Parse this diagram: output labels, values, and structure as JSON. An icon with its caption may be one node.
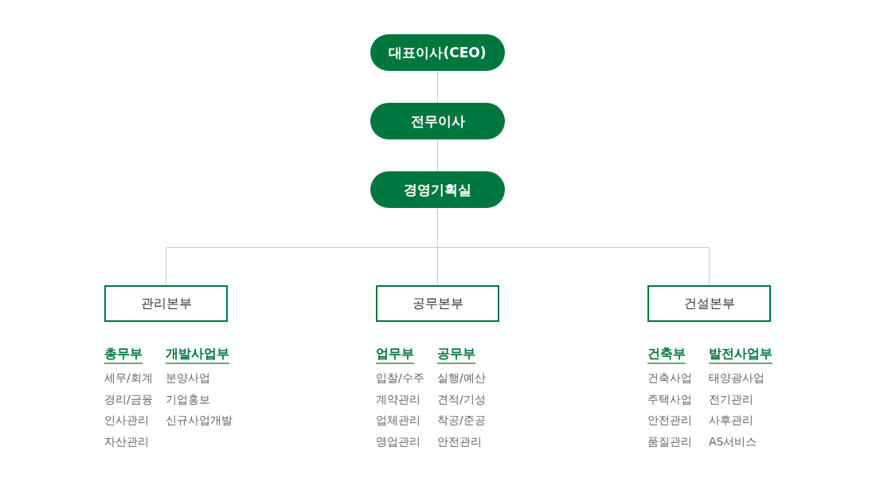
{
  "diagram": {
    "nodes": [
      {
        "text": [
          "대표이사(CEO)"
        ]
      },
      {
        "text": [
          "전무이사"
        ]
      },
      {
        "text": [
          "경영기획실"
        ]
      },
      {
        "text": [
          "관리본부"
        ],
        "beside": [
          "총무부",
          "세무/회계",
          "경리/금융",
          "인사관리",
          "자산관리",
          "개발사업부",
          "분양사업",
          "기업홍보",
          "신규사업개발"
        ]
      },
      {
        "text": [
          "공무본부"
        ],
        "beside": [
          "업무부",
          "입찰/수주",
          "계약관리",
          "업체관리",
          "영업관리",
          "공무부",
          "실행/예산",
          "견적/기성",
          "착공/준공",
          "안전관리"
        ]
      },
      {
        "text": [
          "건설본부"
        ],
        "beside": [
          "건축부",
          "건축사업",
          "주택사업",
          "안전관리",
          "품질관리",
          "발전사업부",
          "태양광사업",
          "전기관리",
          "사후관리",
          "AS서비스"
        ]
      }
    ],
    "edges": [
      {
        "from": 0,
        "to": 1,
        "arrow": "none"
      },
      {
        "from": 1,
        "to": 2,
        "arrow": "none"
      },
      {
        "from": 2,
        "to": 3,
        "arrow": "none"
      },
      {
        "from": 2,
        "to": 4,
        "arrow": "none"
      },
      {
        "from": 2,
        "to": 5,
        "arrow": "none"
      }
    ]
  }
}
